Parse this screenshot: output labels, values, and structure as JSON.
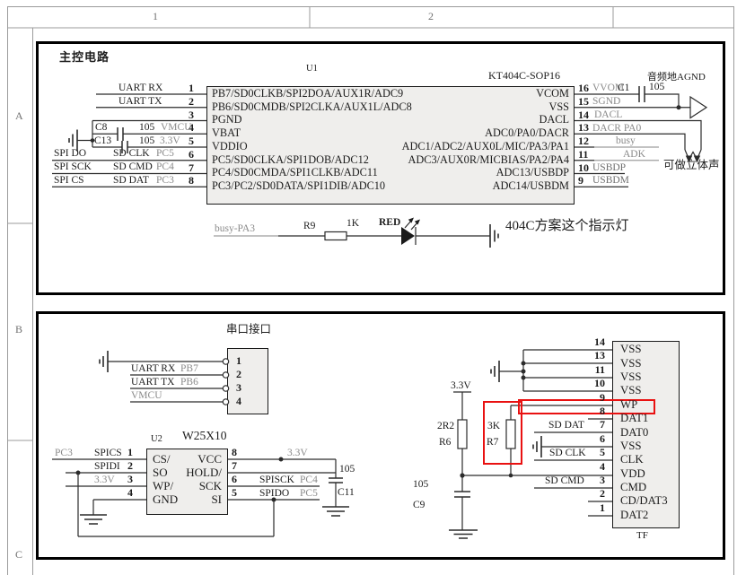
{
  "frame": {
    "cols": [
      "1",
      "2"
    ],
    "rows": [
      "A",
      "B",
      "C"
    ]
  },
  "colors": {
    "wire": "#2b2b2b",
    "gray_net": "#8a8a8a",
    "highlight_red": "#e91111",
    "chip_fill": "#efeeec"
  },
  "block1": {
    "title": "主控电路",
    "u1": {
      "ref": "U1",
      "part": "KT404C-SOP16",
      "rows": [
        {
          "n": "1",
          "l": "PB7/SD0CLKB/SPI2DOA/AUX1R/ADC9",
          "r": "VCOM",
          "rn": "16"
        },
        {
          "n": "2",
          "l": "PB6/SD0CMDB/SPI2CLKA/AUX1L/ADC8",
          "r": "VSS",
          "rn": "15"
        },
        {
          "n": "3",
          "l": "PGND",
          "r": "DACL",
          "rn": "14"
        },
        {
          "n": "4",
          "l": "VBAT",
          "r": "ADC0/PA0/DACR",
          "rn": "13"
        },
        {
          "n": "5",
          "l": "VDDIO",
          "r": "ADC1/ADC2/AUX0L/MIC/PA3/PA1",
          "rn": "12"
        },
        {
          "n": "6",
          "l": "PC5/SD0CLKA/SPI1DOB/ADC12",
          "r": "ADC3/AUX0R/MICBIAS/PA2/PA4",
          "rn": "11"
        },
        {
          "n": "7",
          "l": "PC4/SD0CMDA/SPI1CLKB/ADC11",
          "r": "ADC13/USBDP",
          "rn": "10"
        },
        {
          "n": "8",
          "l": "PC3/PC2/SD0DATA/SPI1DIB/ADC10",
          "r": "ADC14/USBDM",
          "rn": "9"
        }
      ]
    },
    "nets": {
      "uart_rx": "UART RX",
      "uart_tx": "UART TX",
      "c8": "C8",
      "c8_val": "105",
      "vmcu": "VMCU",
      "c13": "C13",
      "c13_val": "105",
      "v33": "3.3V",
      "spi_do": "SPI DO",
      "sd_clk": "SD CLK",
      "pc5": "PC5",
      "spi_sck": "SPI SCK",
      "sd_cmd": "SD CMD",
      "pc4": "PC4",
      "spi_cs": "SPI CS",
      "sd_dat": "SD DAT",
      "pc3": "PC3",
      "vvom": "VVOM",
      "c1": "C1",
      "c1_val": "105",
      "sgnd": "SGND",
      "dacl": "DACL",
      "dacr": "DACR PA0",
      "busy": "busy",
      "adk": "ADK",
      "usbdp": "USBDP",
      "usbdm": "USBDM",
      "agnd": "音频地AGND",
      "stereo": "可做立体声"
    },
    "led": {
      "net": "busy-PA3",
      "r_ref": "R9",
      "r_val": "1K",
      "led_label": "RED",
      "note": "404C方案这个指示灯"
    }
  },
  "block2": {
    "serial": {
      "title": "串口接口",
      "pins": [
        "1",
        "2",
        "3",
        "4"
      ],
      "nets": {
        "uart_rx": "UART RX",
        "pb7": "PB7",
        "uart_tx": "UART TX",
        "pb6": "PB6",
        "vmcu": "VMCU"
      }
    },
    "u2": {
      "ref": "U2",
      "part": "W25X10",
      "rows": [
        {
          "n": "1",
          "l": "CS/",
          "r": "VCC",
          "rn": "8"
        },
        {
          "n": "2",
          "l": "SO",
          "r": "HOLD/",
          "rn": "7"
        },
        {
          "n": "3",
          "l": "WP/",
          "r": "SCK",
          "rn": "6"
        },
        {
          "n": "4",
          "l": "GND",
          "r": "SI",
          "rn": "5"
        }
      ],
      "nets": {
        "pc3": "PC3",
        "spics": "SPICS",
        "spidi": "SPIDI",
        "v33": "3.3V",
        "v33r": "3.3V",
        "spisck": "SPISCK",
        "pc4": "PC4",
        "spido": "SPIDO",
        "pc5": "PC5",
        "c11": "C11",
        "c11_val": "105"
      }
    },
    "supply": {
      "v33": "3.3V",
      "r6": "R6",
      "r6_val": "2R2",
      "c9": "C9",
      "c9_val": "105",
      "r7": "R7",
      "r7_val": "3K"
    },
    "tf": {
      "label": "TF",
      "rows": [
        {
          "n": "14",
          "l": "VSS"
        },
        {
          "n": "13",
          "l": "VSS"
        },
        {
          "n": "11",
          "l": "VSS"
        },
        {
          "n": "10",
          "l": "VSS"
        },
        {
          "n": "9",
          "l": "WP"
        },
        {
          "n": "8",
          "l": "DAT1"
        },
        {
          "n": "7",
          "l": "DAT0"
        },
        {
          "n": "6",
          "l": "VSS"
        },
        {
          "n": "5",
          "l": "CLK"
        },
        {
          "n": "4",
          "l": "VDD"
        },
        {
          "n": "3",
          "l": "CMD"
        },
        {
          "n": "2",
          "l": "CD/DAT3"
        },
        {
          "n": "1",
          "l": "DAT2"
        }
      ],
      "nets": {
        "sd_dat": "SD DAT",
        "sd_clk": "SD CLK",
        "sd_cmd": "SD CMD"
      }
    }
  }
}
